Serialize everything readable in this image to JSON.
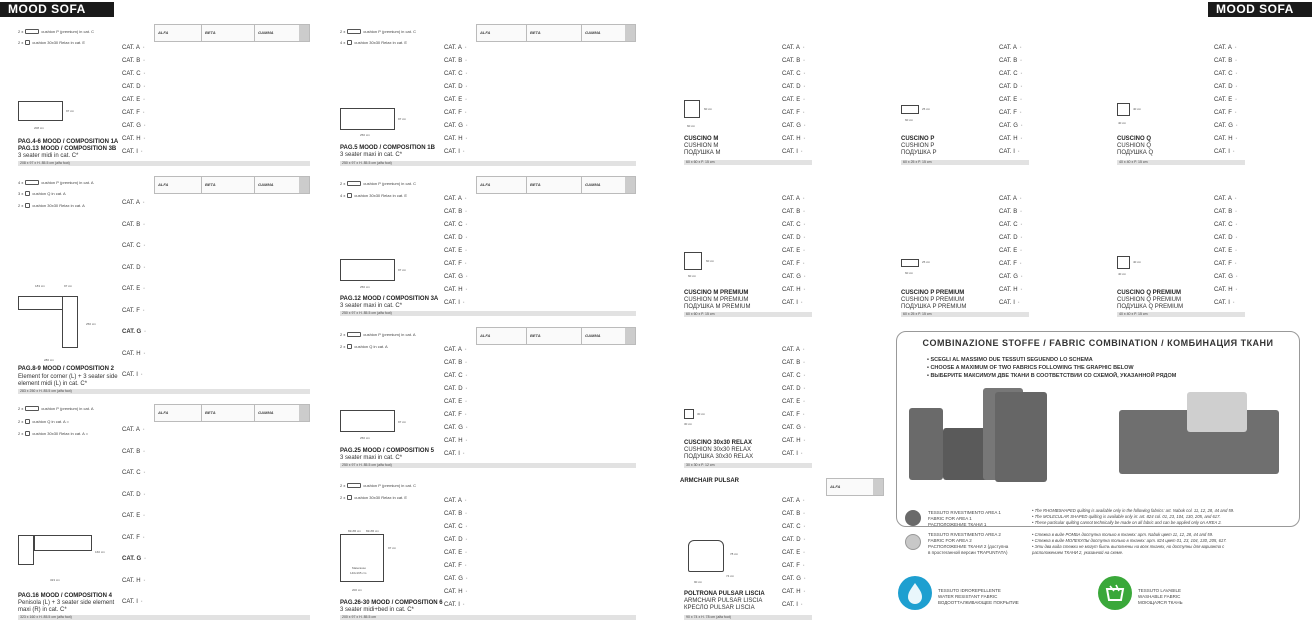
{
  "brand": "MOOD SOFA",
  "cats_full": [
    "CAT. A",
    "CAT. B",
    "CAT. C",
    "CAT. D",
    "CAT. E",
    "CAT. F",
    "CAT. G",
    "CAT. H",
    "CAT. I"
  ],
  "hdr": {
    "alfa": "ALFA",
    "beta": "BETA",
    "gamma": "GAMMA"
  },
  "b1": {
    "c1": "cushion P (premium) in cat. C",
    "c2": "cushion 30x30 Relax in cat. E",
    "t1": "PAG.4-6 MOOD / COMPOSITION 1A",
    "t2": "PAG.13 MOOD / COMPOSITION 3B",
    "s1": "3 seater midi in cat. C*",
    "bar": "208 x 97 x H. 85.5 cm (alfa foot)",
    "w": "208 cm",
    "h": "97 cm"
  },
  "b2": {
    "c1": "cushion P (premium) in cat. A",
    "c2": "cushion Q in cat. A",
    "c3": "cushion 30x30 Relax in cat. A",
    "t1": "PAG.8-9 MOOD / COMPOSITION 2",
    "s1": "Element for corner (L) + 3 seater side",
    "s2": "element midi (L) in cat. C*",
    "bar": "283 x 250 x H. 85.5 cm (alfa foot)",
    "w1": "183 cm",
    "w2": "97 cm",
    "w": "286 cm",
    "h": "250 cm"
  },
  "b3": {
    "c1": "cushion P (premium) in cat. A",
    "c2": "cushion Q in cat. A =",
    "c3": "cushion 30x30 Relax in cat. A =",
    "t1": "PAG.16 MOOD / COMPOSITION 4",
    "s1": "Penisola (L) + 3 seater side element",
    "s2": "maxi (R) in cat. C*",
    "bar": "323 x 160 x H. 85.5 cm (alfa foot)",
    "w": "323 cm",
    "h": "160 cm"
  },
  "b4": {
    "c1": "cushion P (premium) in cat. C",
    "c2": "cushion 30x30 Relax in cat. E",
    "t1": "PAG.5 MOOD / COMPOSITION 1B",
    "s1": "3 seater maxi in cat. C*",
    "bar": "250 x 97 x H. 85.5 cm (alfa foot)",
    "w": "250 cm",
    "h": "97 cm"
  },
  "b5": {
    "c1": "cushion P (premium) in cat. C",
    "c2": "cushion 30x30 Relax in cat. E",
    "t1": "PAG.12 MOOD / COMPOSITION 3A",
    "s1": "3 seater maxi in cat. C*",
    "bar": "250 x 97 x H. 85.5 cm (alfa foot)",
    "w": "250 cm",
    "h": "97 cm"
  },
  "b6": {
    "c1": "cushion P (premium) in cat. A",
    "c2": "cushion Q in cat. A",
    "t1": "PAG.25 MOOD / COMPOSITION 5",
    "s1": "3 seater maxi in cat. C*",
    "bar": "250 x 97 x H. 85.5 cm (alfa foot)",
    "w": "250 cm",
    "h": "97 cm"
  },
  "b7": {
    "c1": "cushion P (premium) in cat. C",
    "c2": "cushion 30x30 Relax in cat. E",
    "t1": "PAG.26-30 MOOD / COMPOSITION 6",
    "s1": "3 seater midi+bed in cat. C*",
    "bar": "200 x 97 x H. 85.5 cm",
    "w1": "82x65 cm",
    "w2": "82x65 cm",
    "bed": "Materasso",
    "bedsize": "140x195 cm",
    "h": "97 cm",
    "w": "200 cm"
  },
  "cm": {
    "t1": "CUSCINO M",
    "t2": "CUSHION M",
    "t3": "ПОДУШКА M",
    "bar": "60 x 60 x P. 15 cm",
    "d1": "60 cm",
    "d2": "60 cm"
  },
  "cp": {
    "t1": "CUSCINO P",
    "t2": "CUSHION P",
    "t3": "ПОДУШКА P",
    "bar": "60 x 25 x P. 15 cm",
    "d1": "25 cm",
    "d2": "60 cm"
  },
  "cq": {
    "t1": "CUSCINO Q",
    "t2": "CUSHION Q",
    "t3": "ПОДУШКА Q",
    "bar": "40 x 40 x P. 15 cm",
    "d1": "40 cm",
    "d2": "40 cm"
  },
  "cmp": {
    "t1": "CUSCINO M PREMIUM",
    "t2": "CUSHION M PREMIUM",
    "t3": "ПОДУШКА M PREMIUM",
    "bar": "60 x 60 x P. 15 cm",
    "d1": "60 cm",
    "d2": "60 cm"
  },
  "cpp": {
    "t1": "CUSCINO P PREMIUM",
    "t2": "CUSHION P PREMIUM",
    "t3": "ПОДУШКА P PREMIUM",
    "bar": "60 x 25 x P. 15 cm",
    "d1": "25 cm",
    "d2": "60 cm"
  },
  "cqp": {
    "t1": "CUSCINO Q PREMIUM",
    "t2": "CUSHION Q PREMIUM",
    "t3": "ПОДУШКА Q PREMIUM",
    "bar": "40 x 40 x P. 15 cm",
    "d1": "40 cm",
    "d2": "40 cm"
  },
  "cr": {
    "t1": "CUSCINO 30x30 RELAX",
    "t2": "CUSHION 30x30 RELAX",
    "t3": "ПОДУШКА 30x30 RELAX",
    "bar": "30 x 30 x P. 12 cm",
    "d1": "30 cm",
    "d2": "30 cm"
  },
  "ap": {
    "label": "ARMCHAIR PULSAR",
    "t1": "POLTRONA PULSAR LISCIA",
    "t2": "ARMCHAIR PULSAR LISCIA",
    "t3": "КРЕСЛО PULSAR LISCIA",
    "bar": "90 x 74 x H. 78 cm (alfa foot)",
    "d1": "78 cm",
    "d2": "74 cm",
    "d3": "90 cm"
  },
  "fabric": {
    "title": "COMBINAZIONE STOFFE / FABRIC COMBINATION / КОМБИНАЦИЯ ТКАНИ",
    "l1": "• SCEGLI AL MASSIMO DUE TESSUTI SEGUENDO LO SCHEMA",
    "l2": "• CHOOSE A MAXIMUM OF TWO FABRICS FOLLOWING THE GRAPHIC BELOW",
    "l3": "• ВЫБЕРИТЕ МАКСИМУМ ДВЕ ТКАНИ В СООТВЕТСТВИИ СО СХЕМОЙ, УКАЗАННОЙ РЯДОМ",
    "a1a": "TESSUTO RIVESTIMENTO AREA 1",
    "a1b": "FABRIC FOR AREA 1",
    "a1c": "РАСПОЛОЖЕНИЕ ТКАНИ 1",
    "a2a": "TESSUTO RIVESTIMENTO AREA 2",
    "a2b": "FABRIC FOR AREA 2",
    "a2c": "РАСПОЛОЖЕНИЕ ТКАНИ 2 (доступна",
    "a2d": "в простеганной версии TRAPUNTATA)",
    "n1": "• The RHOMBSHAPED quilting is available only in the following fabrics: art. Nabuk col. 11, 12, 28, 44 and 59.",
    "n2": "• The MOLECULAR SHAPED quilting is available only in: art. 824 col. 01, 23, 104, 130, 205, and 617.",
    "n3": "• These particular quilting cannot technically be made on all fabric and can be applied only on AREA 2.",
    "n4": "• Стежка в виде РОМБА доступна только в тканях: арт. Nabuk цвет 11, 12, 28, 44 and 59.",
    "n5": "• Стежка в виде МОЛЕКУЛЫ доступна только в тканях: арт. 824 цвет 01, 23, 104, 130, 205, 617.",
    "n6": "• Эти два вида стежки не могут быть выполнены на всех тканях, но доступны для варианта с",
    "n7": "  расположением ТКАНИ 2, указанной на схеме.",
    "color1": "#6a6a6a",
    "color2": "#c8c8c8"
  },
  "badges": {
    "w1": "TESSUTO IDROREPELLENTE",
    "w2": "WATER RESISTANT FABRIC",
    "w3": "ВОДООТТАЛКИВАЮЩЕЕ ПОКРЫТИЕ",
    "l1": "TESSUTO LAVABILE",
    "l2": "WASHABLE FABRIC",
    "l3": "МОЮЩАЯСЯ ТКАНЬ",
    "water_color": "#1e9fd0",
    "wash_color": "#3aa83a"
  }
}
